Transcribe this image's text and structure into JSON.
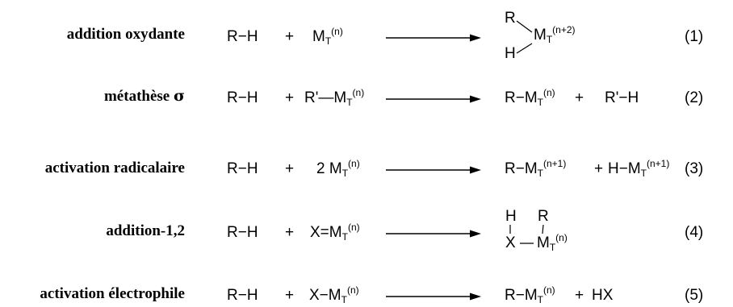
{
  "reactions": [
    {
      "label": "addition oxydante",
      "reactant1": "R−H",
      "plus": "+",
      "metal": "M",
      "metal_sub": "T",
      "metal_sup": "(n)",
      "product_r": "R",
      "product_h": "H",
      "product_metal": "M",
      "product_metal_sub": "T",
      "product_metal_sup": "(n+2)",
      "number": "(1)"
    },
    {
      "label_text": "métathèse ",
      "label_symbol": "σ",
      "reactant1": "R−H",
      "plus": "+",
      "reagent_prefix": "R'—M",
      "reagent_sub": "T",
      "reagent_sup": "(n)",
      "product1_prefix": "R−M",
      "product1_sub": "T",
      "product1_sup": "(n)",
      "product_plus": "+",
      "product2": "R'−H",
      "number": "(2)"
    },
    {
      "label": "activation radicalaire",
      "reactant1": "R−H",
      "plus": "+",
      "reagent_prefix": "2 M",
      "reagent_sub": "T",
      "reagent_sup": "(n)",
      "product1_prefix": "R−M",
      "product1_sub": "T",
      "product1_sup": "(n+1)",
      "product_plus": "+",
      "product2_prefix": "H−M",
      "product2_sub": "T",
      "product2_sup": "(n+1)",
      "number": "(3)"
    },
    {
      "label": "addition-1,2",
      "reactant1": "R−H",
      "plus": "+",
      "reagent_prefix": "X=M",
      "reagent_sub": "T",
      "reagent_sup": "(n)",
      "product_h": "H",
      "product_r": "R",
      "product_x": "X",
      "product_metal": "M",
      "product_metal_sub": "T",
      "product_metal_sup": "(n)",
      "number": "(4)"
    },
    {
      "label": "activation électrophile",
      "reactant1": "R−H",
      "plus": "+",
      "reagent_prefix": "X−M",
      "reagent_sub": "T",
      "reagent_sup": "(n)",
      "product1_prefix": "R−M",
      "product1_sub": "T",
      "product1_sup": "(n)",
      "product_plus": "+",
      "product2": "HX",
      "number": "(5)"
    }
  ]
}
